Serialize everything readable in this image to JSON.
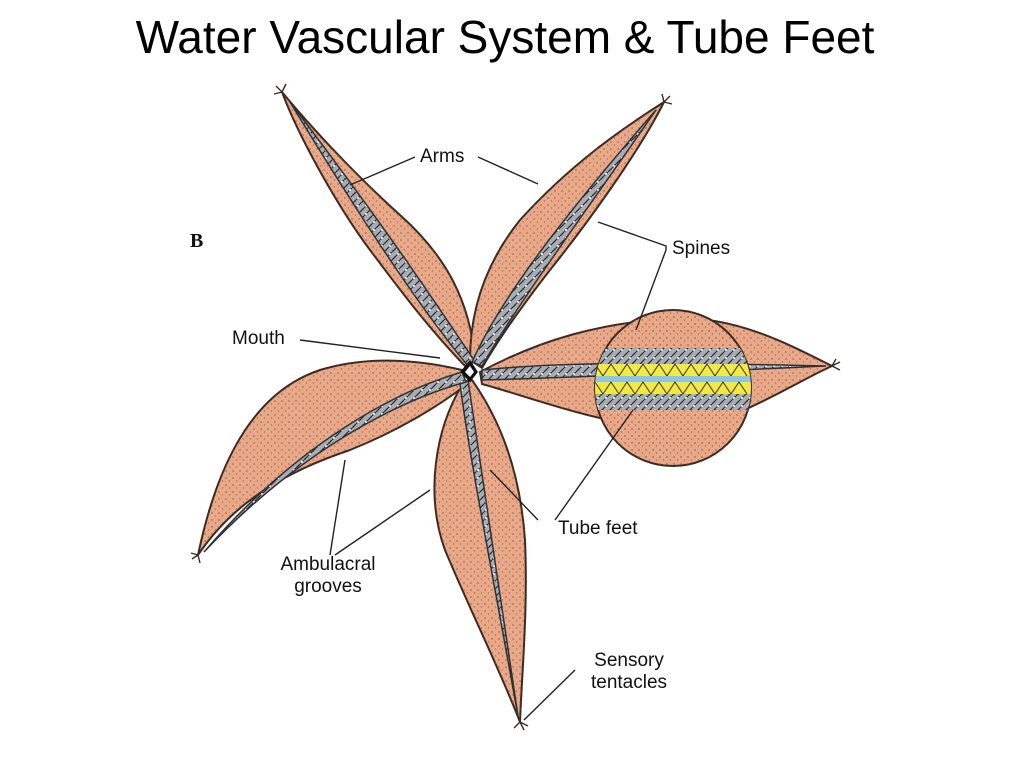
{
  "title": "Water Vascular System & Tube Feet",
  "panel_letter": "B",
  "labels": {
    "arms": "Arms",
    "spines": "Spines",
    "mouth": "Mouth",
    "tube_feet": "Tube feet",
    "ambulacral_line1": "Ambulacral",
    "ambulacral_line2": "grooves",
    "sensory_line1": "Sensory",
    "sensory_line2": "tentacles"
  },
  "colors": {
    "arm_skin": "#e9a887",
    "arm_outline": "#3a2a22",
    "groove": "#9aa0a6",
    "groove_dark": "#3b3f44",
    "canal_yellow": "#f4e842",
    "canal_blue": "#8fc6e6",
    "leader_line": "#222222"
  }
}
